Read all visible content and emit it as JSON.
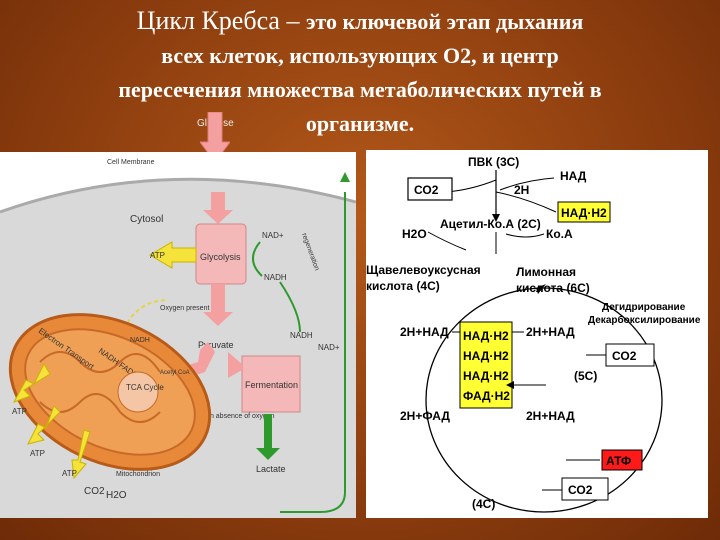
{
  "title": {
    "part1": "Цикл Кребса – ",
    "part2": "это ключевой этап дыхания",
    "line2": "всех клеток, использующих О2, и центр",
    "line3": "пересечения множества метаболических путей в",
    "line4": "организме."
  },
  "left": {
    "glucose": "Glucose",
    "cell_membrane": "Cell Membrane",
    "cytosol": "Cytosol",
    "atp": "ATP",
    "glycolysis": "Glycolysis",
    "nad_plus": "NAD+",
    "nadh": "NADH",
    "regeneration": "regeneration",
    "oxygen_present": "Oxygen\npresent",
    "electron_transport": "Electron\nTransport",
    "nadh_fadh2": "NADH\nFADH2",
    "tca_cycle": "TCA\nCycle",
    "acetyl_coa": "Acetyl\nCoA",
    "pyruvate": "Pyruvate",
    "fermentation": "Fermentation",
    "absence_oxygen": "In absence\nof oxygen",
    "lactate": "Lactate",
    "mitochondrion": "Mitochondrion",
    "co2": "CO2",
    "h2o": "H2O"
  },
  "right": {
    "pvk": "ПВК (3С)",
    "nad": "НАД",
    "co2_box": "СО2",
    "two_h": "2Н",
    "nadh2_top": "НАД·Н2",
    "h2o": "Н2О",
    "acetyl_coa": "Ацетил-Ко.А (2С)",
    "coa": "Ко.А",
    "oxaloacetate_1": "Щавелевоуксусная",
    "oxaloacetate_2": "кислота (4С)",
    "citric_1": "Лимонная",
    "citric_2": "кислота (6С)",
    "dehydro": "Дегидрирование",
    "decarbox": "Декарбоксилирование",
    "h_nad_left": "2Н+НАД",
    "h_nad_right": "2Н+НАД",
    "center_box": [
      "НАД·Н2",
      "НАД·Н2",
      "НАД·Н2",
      "ФАД·Н2"
    ],
    "co2_mid": "СО2",
    "five_c": "(5С)",
    "h_fad_left": "2Н+ФАД",
    "h_nad_right2": "2Н+НАД",
    "atf": "АТФ",
    "co2_bottom": "СО2",
    "four_c": "(4С)"
  },
  "colors": {
    "background": "#9a4512",
    "yellow_box": "#ffff33",
    "red_box": "#ff1a1a",
    "green_arrow": "#2e9a2e",
    "pink_arrow": "#f5a0a0",
    "orange_mito": "#e8893a"
  }
}
